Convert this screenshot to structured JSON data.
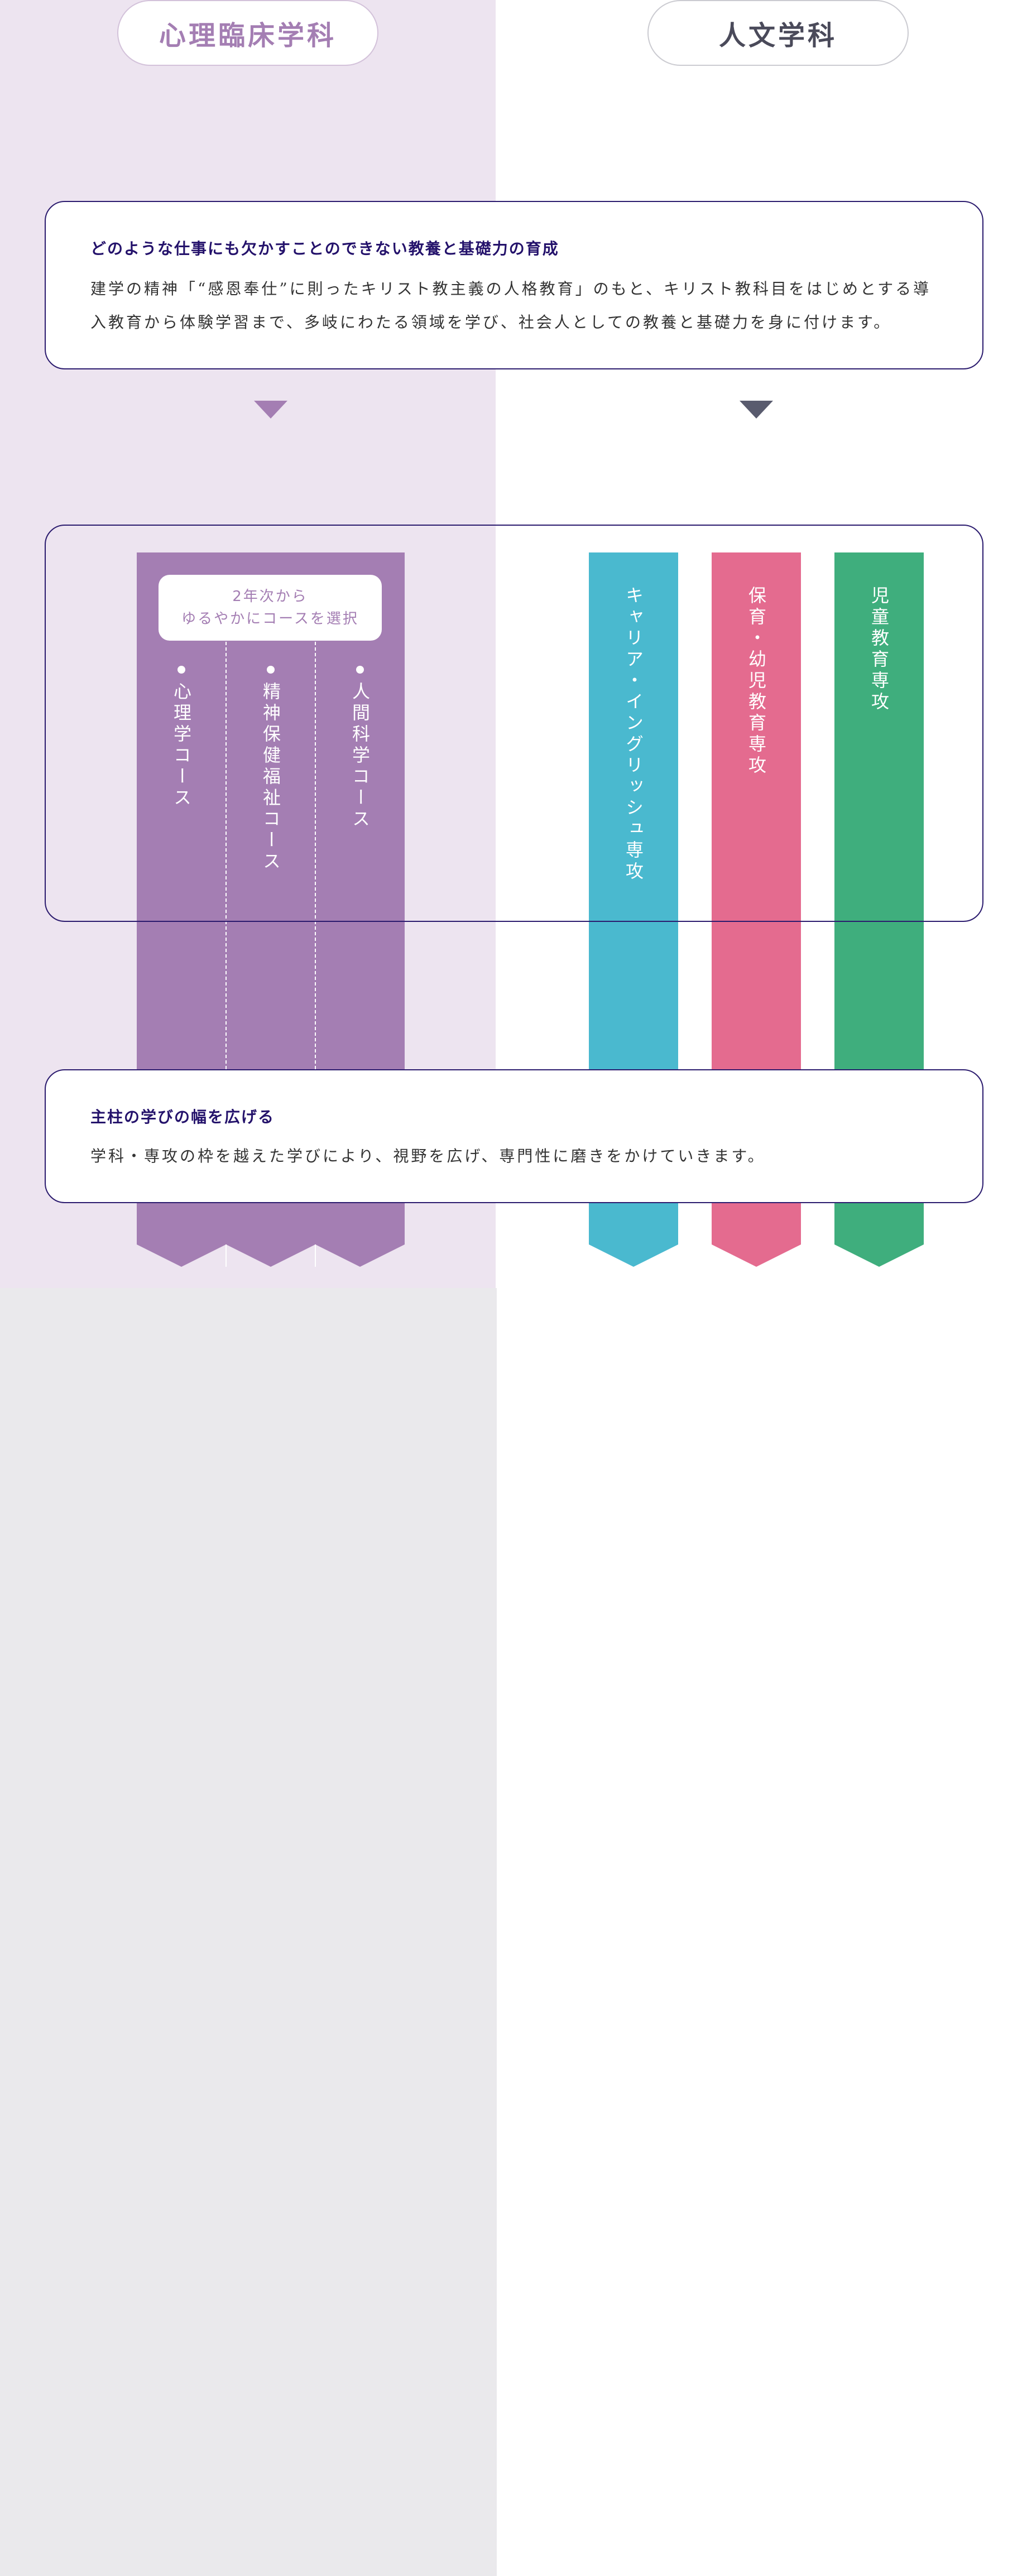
{
  "departments": {
    "left": {
      "title": "心理臨床学科",
      "color": "#a47eb3"
    },
    "right": {
      "title": "人文学科",
      "color": "#595b6e"
    }
  },
  "top_box": {
    "heading": "どのような仕事にも欠かすことのできない教養と基礎力の育成",
    "line1": "建学の精神「“感恩奉仕”に則ったキリスト教主義の人格教育」のもと、キリスト教科目をはじめとする導",
    "line2": "入教育から体験学習まで、多岐にわたる領域を学び、社会人としての教養と基礎力を身に付けます。"
  },
  "selection_badge": {
    "line1": "2年次から",
    "line2": "ゆるやかにコースを選択"
  },
  "left_courses": [
    {
      "label": "心理学コース"
    },
    {
      "label": "精神保健福祉コース"
    },
    {
      "label": "人間科学コース"
    }
  ],
  "right_majors": [
    {
      "label": "キャリア・イングリッシュ専攻",
      "color": "#4ab9cf"
    },
    {
      "label": "保育・幼児教育専攻",
      "color": "#e46b8f"
    },
    {
      "label": "児童教育専攻",
      "color": "#3fae7d"
    }
  ],
  "bottom_box": {
    "heading": "主柱の学びの幅を広げる",
    "text": "学科・専攻の枠を越えた学びにより、視野を広げ、専門性に磨きをかけていきます。"
  }
}
